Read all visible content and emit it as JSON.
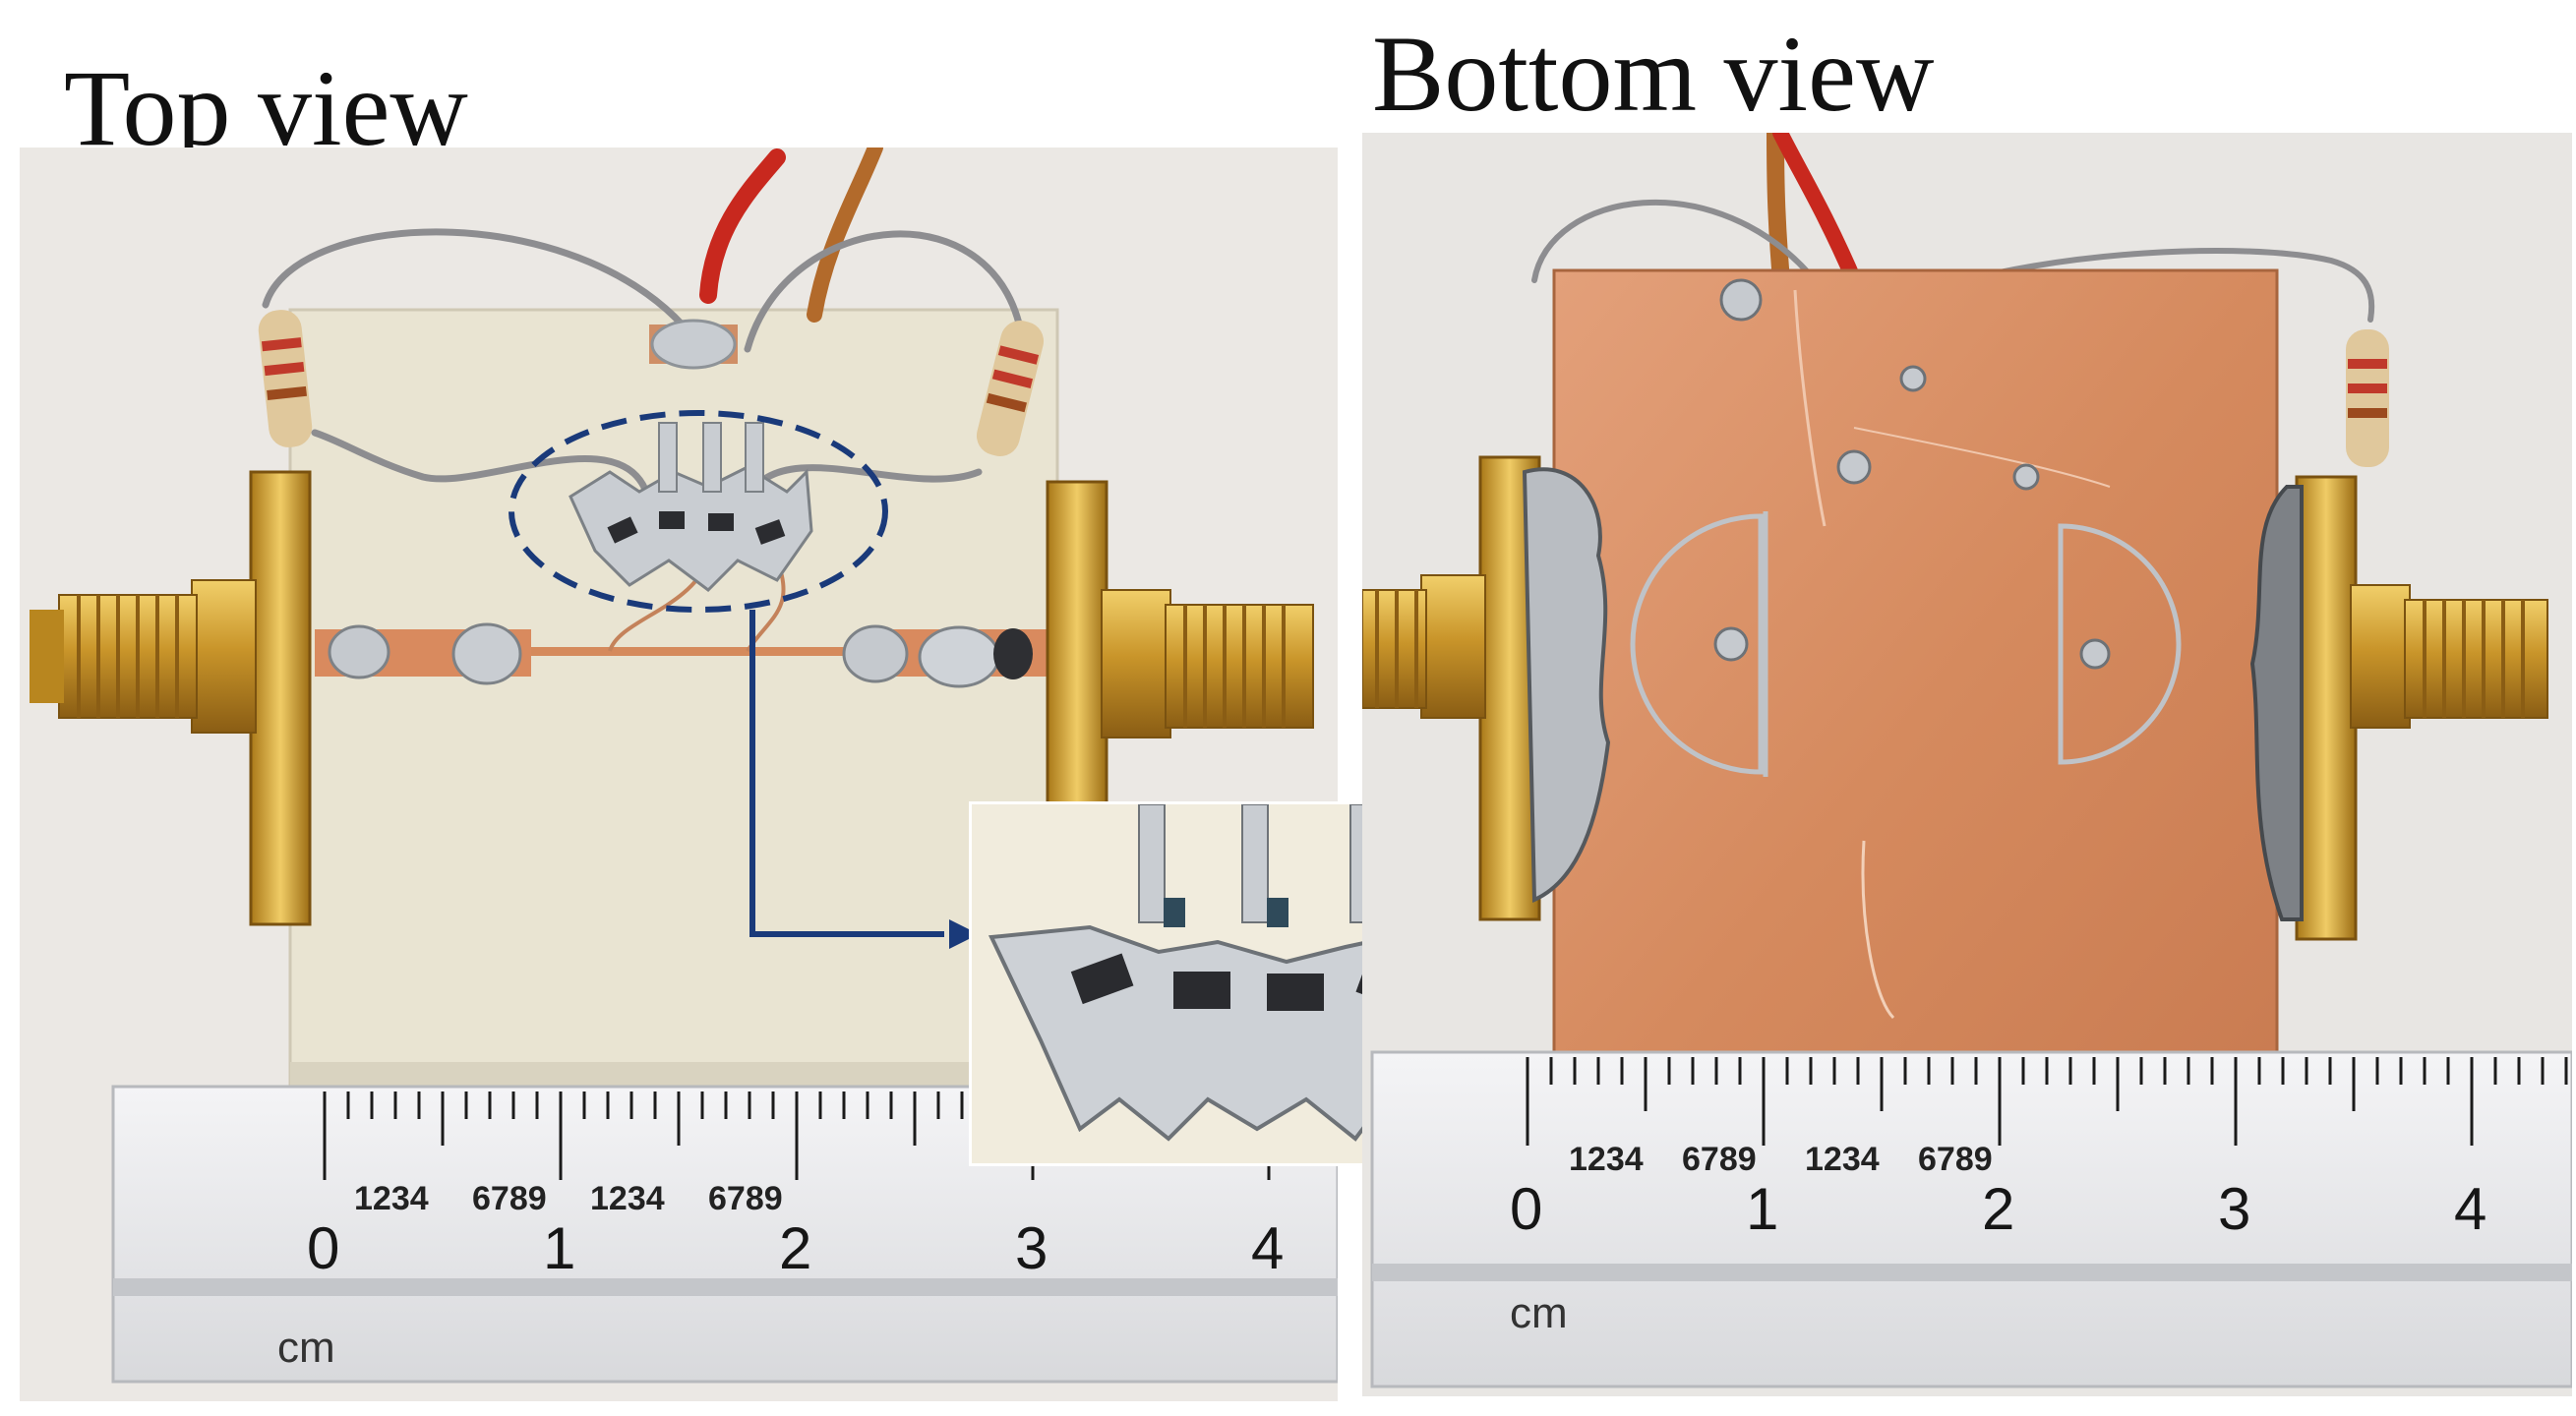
{
  "figure": {
    "top_view_label": "Top view",
    "bottom_view_label": "Bottom view"
  },
  "ruler_top": {
    "numbers": [
      "0",
      "1",
      "2",
      "3",
      "4"
    ],
    "digits": [
      "1234",
      "6789",
      "1234",
      "6789"
    ],
    "unit": "cm"
  },
  "ruler_bottom": {
    "numbers": [
      "0",
      "1",
      "2",
      "3",
      "4"
    ],
    "digits": [
      "1234",
      "6789",
      "1234",
      "6789"
    ],
    "unit": "cm"
  },
  "colors": {
    "substrate": "#e8e3d3",
    "copper": "#d98a5e",
    "gold_connector": "#c99a2e",
    "highlight_ellipse": "#1a3a7a",
    "arrow": "#1a3a7a"
  }
}
